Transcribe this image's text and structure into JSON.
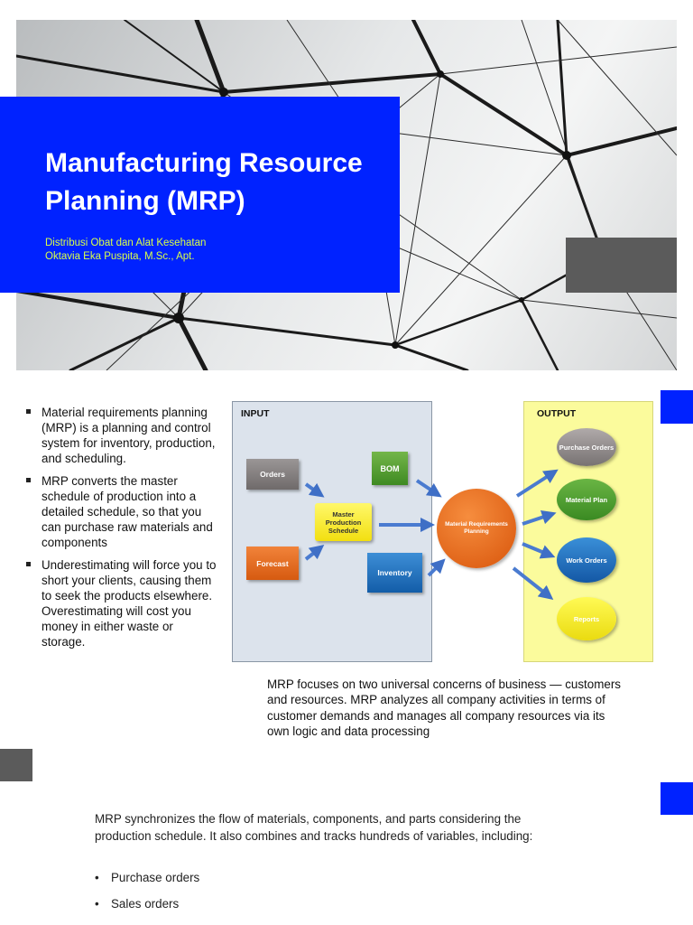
{
  "slide1": {
    "title": "Manufacturing Resource\nPlanning (MRP)",
    "subtitle_course": "Distribusi Obat dan Alat Kesehatan",
    "subtitle_author": "Oktavia Eka Puspita, M.Sc., Apt."
  },
  "slide2": {
    "bullets": [
      "Material requirements planning (MRP) is a planning and control system for inventory, production, and scheduling.",
      "MRP converts the master schedule of production into a detailed schedule, so that you can purchase raw materials and components",
      "Underestimating will force you to short your clients, causing them to seek the products elsewhere. Overestimating will cost you money in either waste or storage."
    ],
    "diagram": {
      "input_label": "INPUT",
      "output_label": "OUTPUT",
      "orders": "Orders",
      "forecast": "Forecast",
      "mps": "Master Production Schedule",
      "bom": "BOM",
      "inventory": "Inventory",
      "mrp": "Material Requirements Planning",
      "purchase_orders": "Purchase Orders",
      "material_plan": "Material Plan",
      "work_orders": "Work Orders",
      "reports": "Reports"
    },
    "focus_text": "MRP focuses on two universal concerns of business — customers and resources. MRP analyzes all company activities in terms of customer demands and manages all company resources via its own logic and data processing"
  },
  "slide3": {
    "intro": "MRP synchronizes the flow of materials, components, and parts considering the production schedule. It also combines and tracks hundreds of variables, including:",
    "items": [
      "Purchase orders",
      "Sales orders"
    ]
  }
}
